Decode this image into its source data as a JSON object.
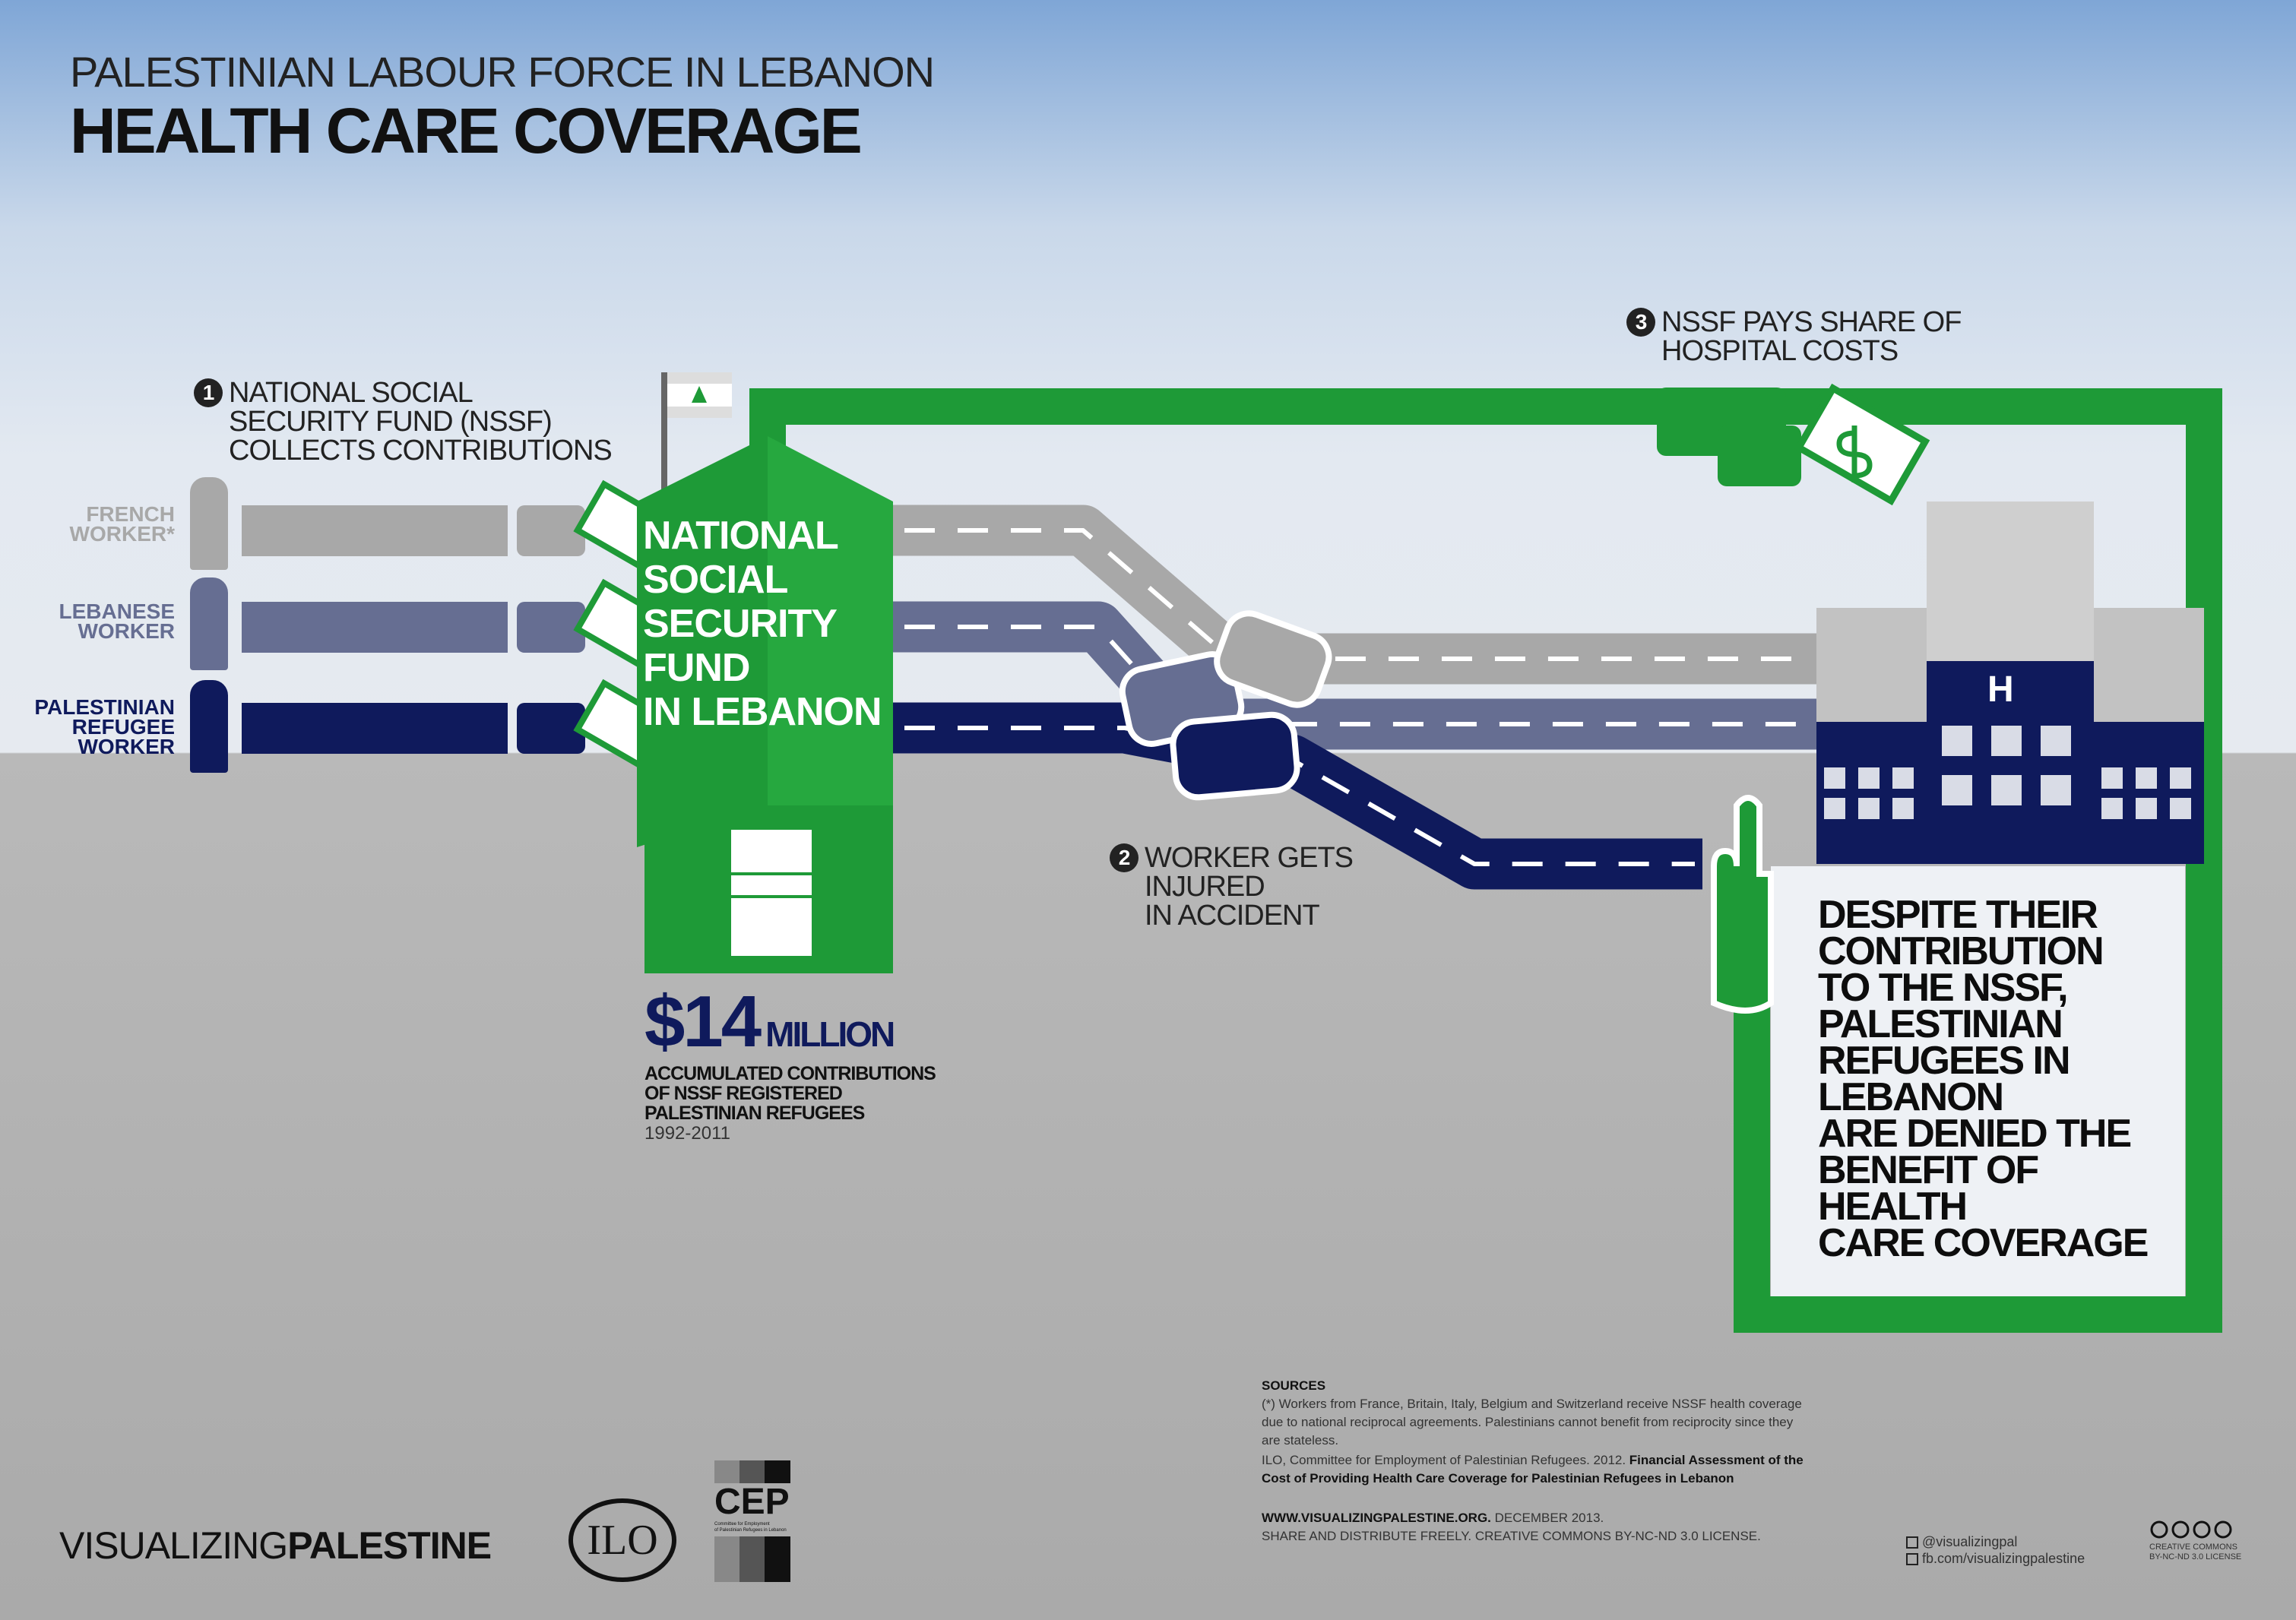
{
  "header": {
    "subtitle": "PALESTINIAN LABOUR FORCE IN LEBANON",
    "title": "HEALTH CARE COVERAGE"
  },
  "steps": [
    {
      "number": "1",
      "lines": [
        "NATIONAL SOCIAL",
        "SECURITY FUND (NSSF)",
        "COLLECTS CONTRIBUTIONS"
      ]
    },
    {
      "number": "2",
      "lines": [
        "WORKER GETS",
        "INJURED",
        "IN ACCIDENT"
      ]
    },
    {
      "number": "3",
      "lines": [
        "NSSF PAYS SHARE OF",
        "HOSPITAL COSTS"
      ]
    }
  ],
  "workers": [
    {
      "lines": [
        "FRENCH",
        "WORKER*"
      ],
      "color": "#a8a8a8"
    },
    {
      "lines": [
        "LEBANESE",
        "WORKER"
      ],
      "color": "#666e92"
    },
    {
      "lines": [
        "PALESTINIAN",
        "REFUGEE",
        "WORKER"
      ],
      "color": "#0f1a5c"
    }
  ],
  "nssf_building": {
    "lines": [
      "NATIONAL",
      "SOCIAL",
      "SECURITY",
      "FUND",
      "IN LEBANON"
    ]
  },
  "hospital": {
    "sign": "H"
  },
  "money": {
    "amount": "$14",
    "unit": "MILLION",
    "desc": [
      "ACCUMULATED CONTRIBUTIONS",
      "OF NSSF REGISTERED",
      "PALESTINIAN REFUGEES"
    ],
    "period": "1992-2011"
  },
  "conclusion": [
    "DESPITE THEIR",
    "CONTRIBUTION",
    "TO THE NSSF,",
    "PALESTINIAN",
    "REFUGEES IN",
    "LEBANON",
    "ARE DENIED THE",
    "BENEFIT OF",
    "HEALTH",
    "CARE COVERAGE"
  ],
  "sources": {
    "heading": "SOURCES",
    "note": "(*) Workers from France, Britain, Italy, Belgium and Switzerland receive NSSF health coverage due to national reciprocal agreements. Palestinians cannot benefit from reciprocity since they are stateless.",
    "citation": "ILO, Committee for Employment of Palestinian Refugees. 2012. ",
    "citation_title": "Financial Assessment of the Cost of Providing Health Care Coverage for Palestinian Refugees in Lebanon",
    "site": "WWW.VISUALIZINGPALESTINE.ORG.",
    "date": " DECEMBER 2013.",
    "license": "SHARE AND DISTRIBUTE FREELY. CREATIVE COMMONS BY-NC-ND 3.0 LICENSE."
  },
  "footer": {
    "brand_light": "VISUALIZING",
    "brand_bold": "PALESTINE",
    "ilo": "ILO",
    "cep": "CEP",
    "cep_sub": [
      "Committee for Employment",
      "of Palestinian Refugees in Lebanon"
    ],
    "twitter": "@visualizingpal",
    "facebook": "fb.com/visualizingpalestine",
    "cc_lines": [
      "CREATIVE COMMONS",
      "BY-NC-ND 3.0 LICENSE"
    ]
  },
  "colors": {
    "green": "#1e9a37",
    "navy": "#0f1a5c",
    "slate": "#666e92",
    "gray": "#a8a8a8"
  }
}
